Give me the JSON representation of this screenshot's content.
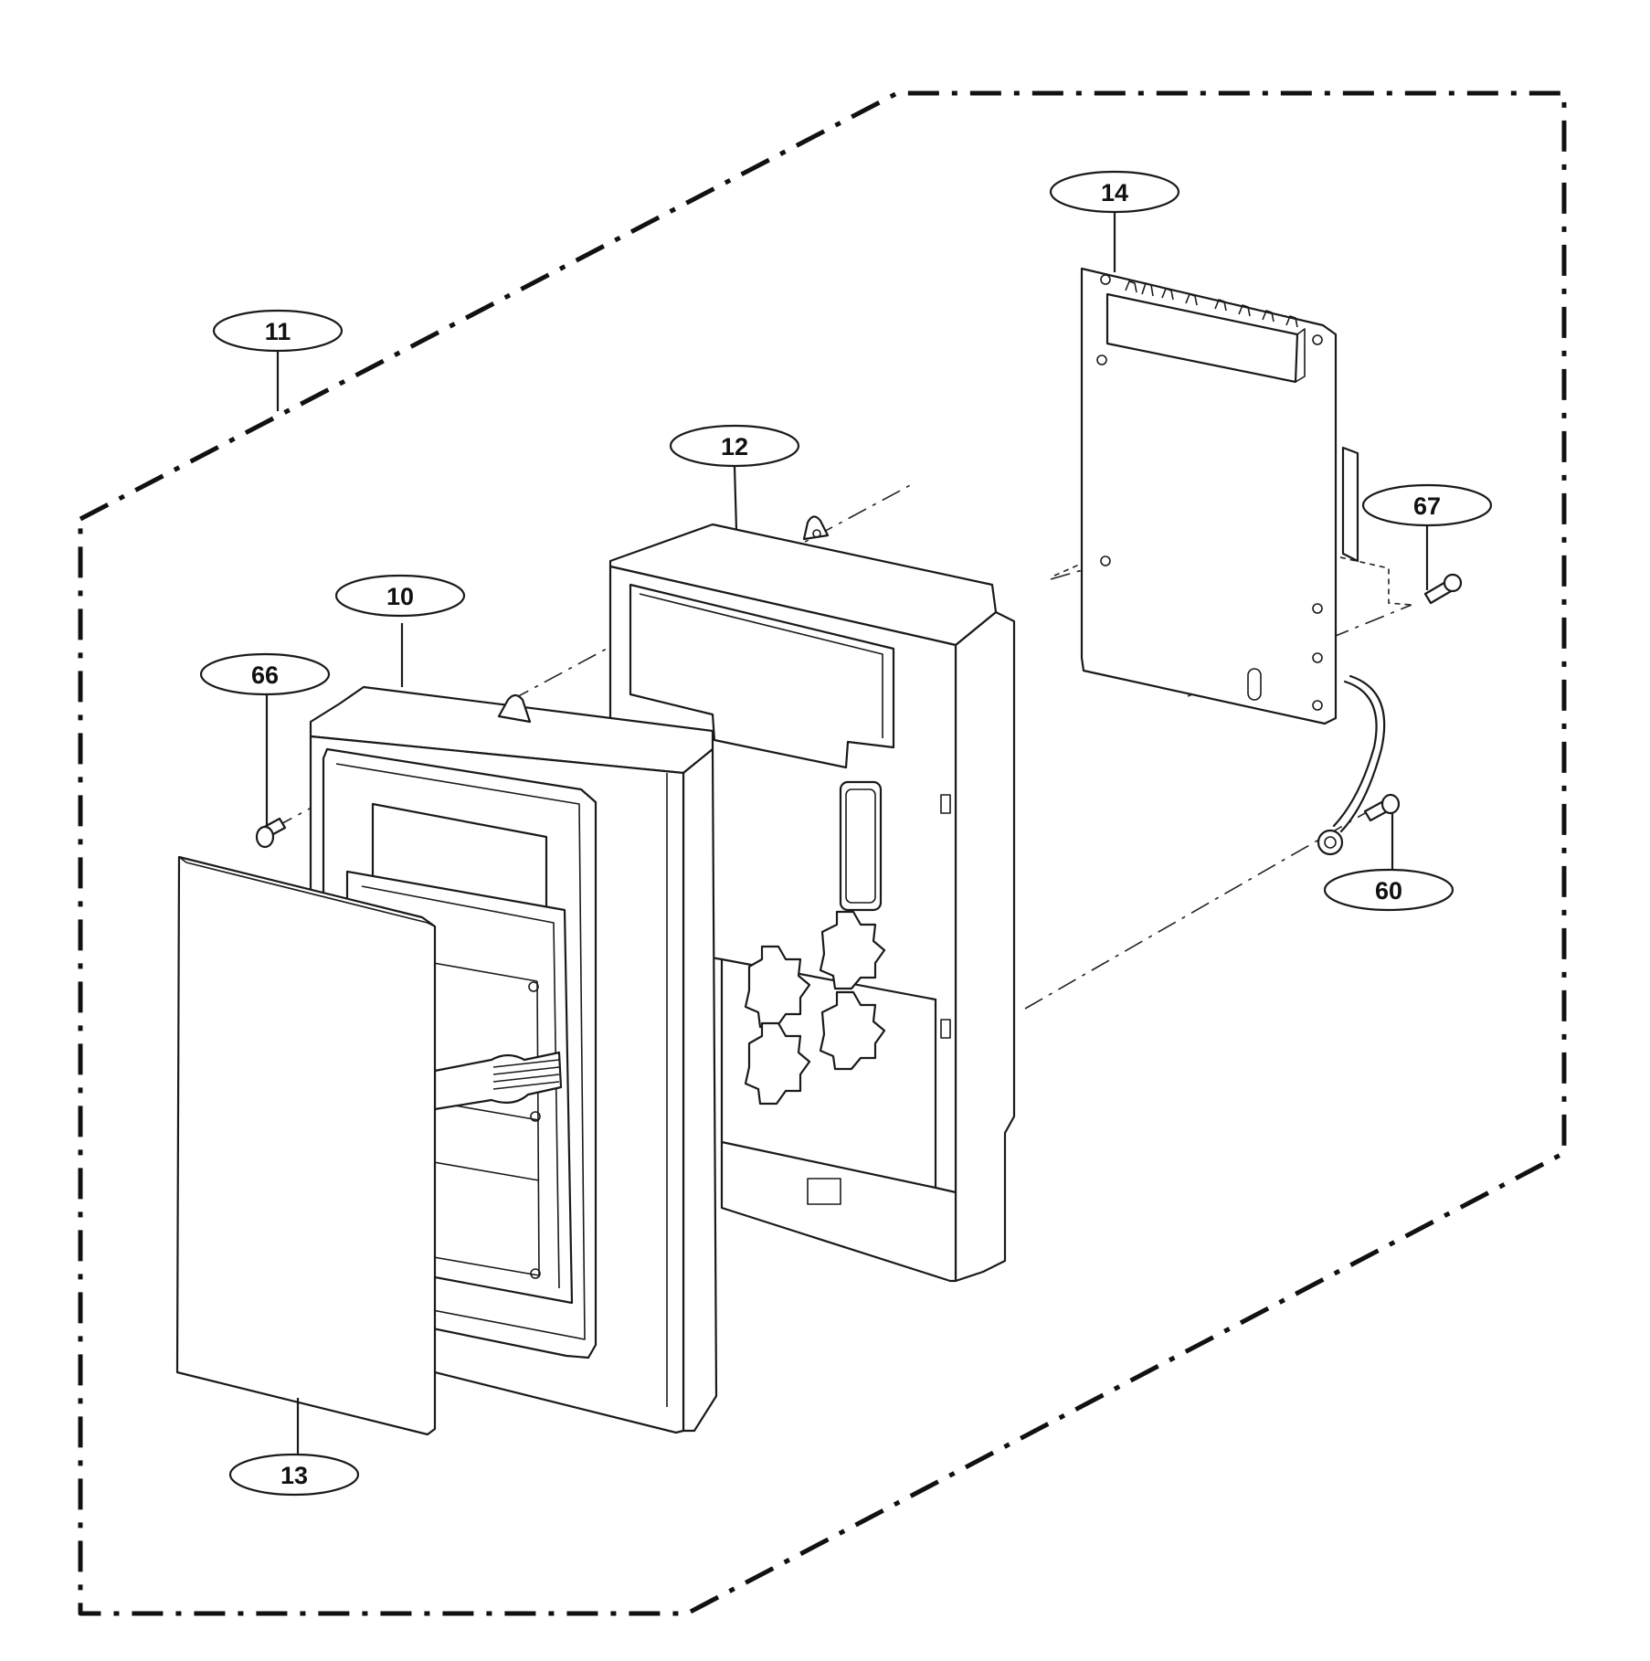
{
  "diagram": {
    "type": "exploded-parts-view",
    "callouts": [
      {
        "id": "c11",
        "label": "11"
      },
      {
        "id": "c12",
        "label": "12"
      },
      {
        "id": "c14",
        "label": "14"
      },
      {
        "id": "c67",
        "label": "67"
      },
      {
        "id": "c10",
        "label": "10"
      },
      {
        "id": "c66",
        "label": "66"
      },
      {
        "id": "c60",
        "label": "60"
      },
      {
        "id": "c13",
        "label": "13"
      }
    ],
    "colors": {
      "line": "#1a1a1a",
      "background": "#ffffff"
    }
  }
}
